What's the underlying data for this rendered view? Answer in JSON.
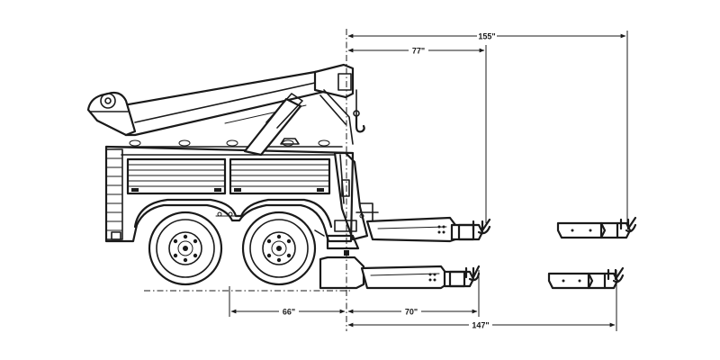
{
  "diagram": {
    "dimensions": {
      "top_outer": "155\"",
      "top_inner": "77\"",
      "bottom_wheelbase": "66\"",
      "bottom_inner": "70\"",
      "bottom_outer": "147\""
    }
  }
}
